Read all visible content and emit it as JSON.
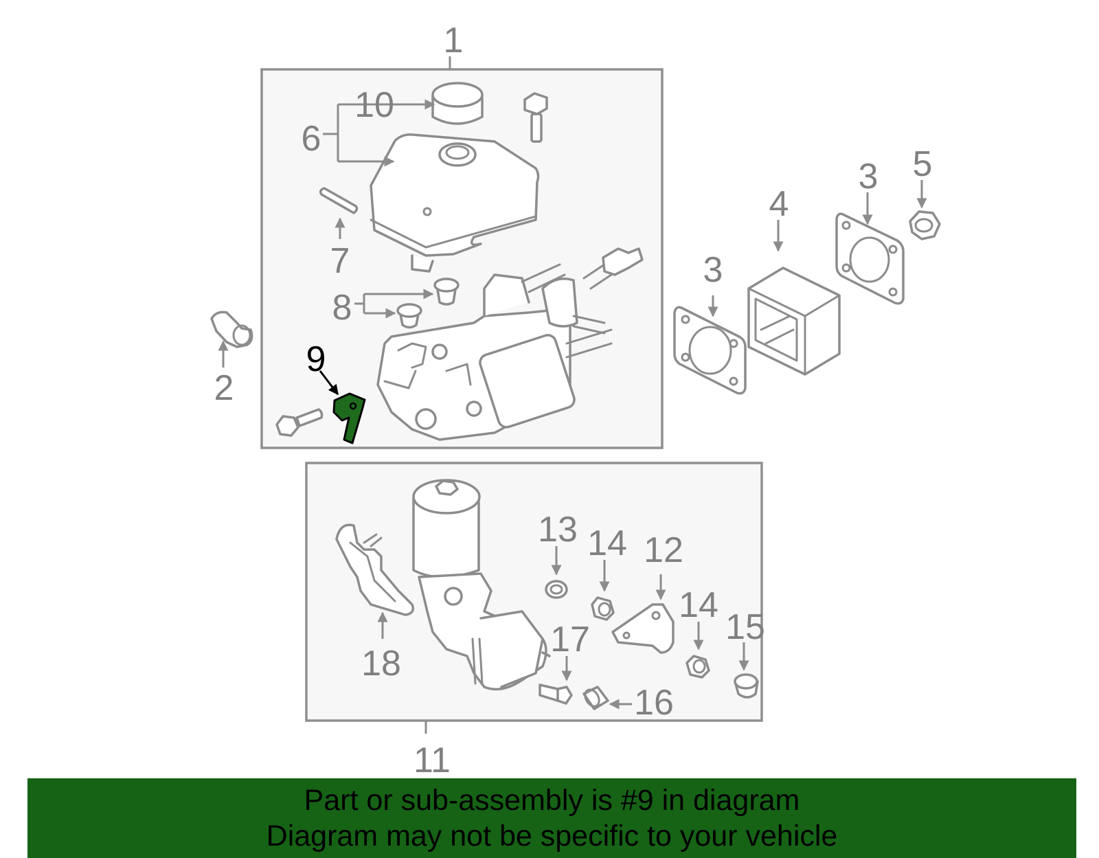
{
  "diagram": {
    "callouts": {
      "c1": "1",
      "c2": "2",
      "c3a": "3",
      "c3b": "3",
      "c4": "4",
      "c5": "5",
      "c6": "6",
      "c7": "7",
      "c8": "8",
      "c9": "9",
      "c10": "10",
      "c11": "11",
      "c12": "12",
      "c13": "13",
      "c14a": "14",
      "c14b": "14",
      "c15": "15",
      "c16": "16",
      "c17": "17",
      "c18": "18"
    },
    "highlighted_part": "9",
    "colors": {
      "highlight": "#1e6b1e",
      "banner": "#166316",
      "line_art": "#8c8c8c",
      "group_box_fill": "#f7f7f7"
    }
  },
  "banner": {
    "line1": "Part or sub-assembly is #9 in diagram",
    "line2": "Diagram may not be specific to your vehicle"
  }
}
